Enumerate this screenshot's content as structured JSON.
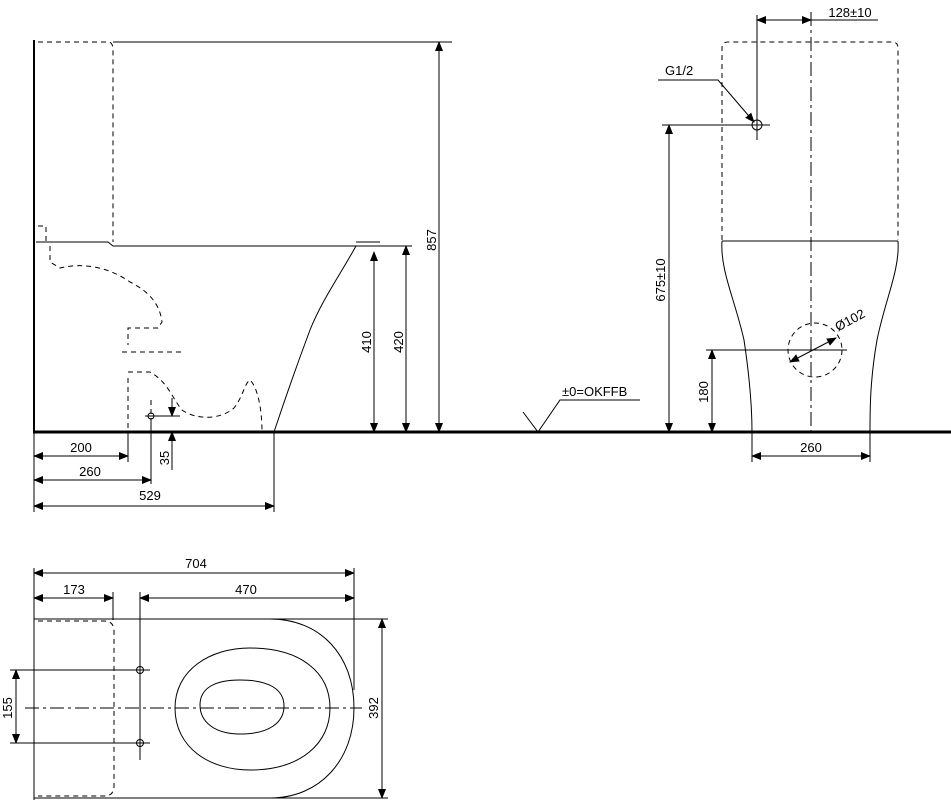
{
  "dimensions": {
    "side": {
      "total_height": "857",
      "bowl_height_420": "420",
      "seat_height_410": "410",
      "outlet_200": "200",
      "outlet_260": "260",
      "depth_529": "529",
      "fixing_35": "35"
    },
    "front": {
      "inlet_offset": "128±10",
      "inlet_thread": "G1/2",
      "inlet_height": "675±10",
      "outlet_diameter": "Ø102",
      "outlet_height": "180",
      "base_width": "260",
      "floor_reference": "±0=OKFFB"
    },
    "top": {
      "total_length": "704",
      "tank_depth": "173",
      "bowl_length": "470",
      "width": "392",
      "fixing_spacing": "155"
    }
  }
}
